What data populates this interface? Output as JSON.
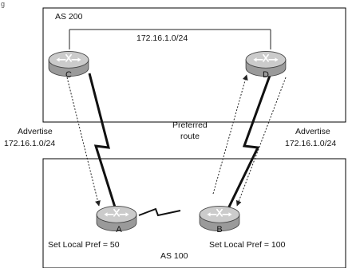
{
  "figure_label": "g",
  "as_top": {
    "label": "AS 200",
    "network": "172.16.1.0/24"
  },
  "as_bottom": {
    "label": "AS 100"
  },
  "routers": {
    "a": {
      "label": "A",
      "note": "Set Local Pref = 50"
    },
    "b": {
      "label": "B",
      "note": "Set Local Pref = 100"
    },
    "c": {
      "label": "C"
    },
    "d": {
      "label": "D"
    }
  },
  "labels": {
    "advertise_left": [
      "Advertise",
      "172.16.1.0/24"
    ],
    "advertise_right": [
      "Advertise",
      "172.16.1.0/24"
    ],
    "preferred": [
      "Preferred",
      "route"
    ]
  },
  "colors": {
    "router_top": "#c9c9c9",
    "router_body": "#9a9a9a",
    "stroke": "#222222",
    "box": "#000000"
  },
  "icons": {
    "router": "router-icon",
    "serial_link": "lightning-bolt-link"
  }
}
